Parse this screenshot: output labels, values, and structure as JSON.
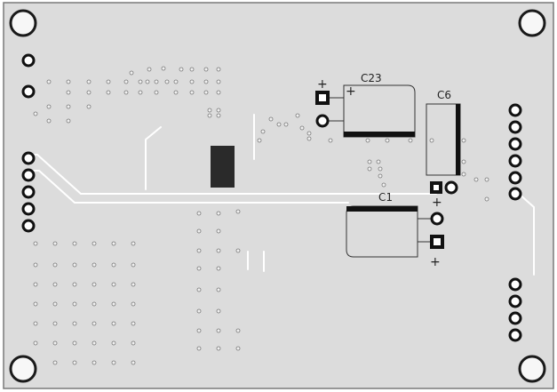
{
  "board": {
    "name": "pcb-bottom-layer",
    "fill_color": "#dcdcdc",
    "edge_color": "#7a7a7a",
    "trace_color": "#ffffff",
    "copper_color": "#111111"
  },
  "components": {
    "c23": {
      "ref": "C23",
      "polarity": "+"
    },
    "c6": {
      "ref": "C6",
      "polarity": "+"
    },
    "c1": {
      "ref": "C1",
      "polarity": "+"
    }
  }
}
